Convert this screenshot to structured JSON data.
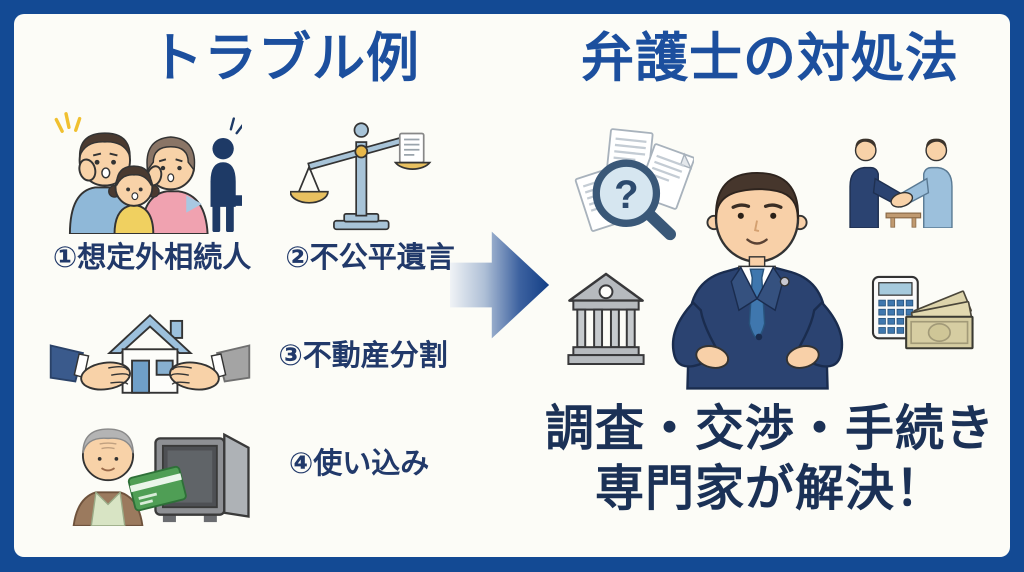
{
  "frame": {
    "background": "#134a94",
    "panel_background": "#fcfcf7"
  },
  "palette": {
    "title_blue": "#1c4f9e",
    "label_navy": "#21396a",
    "footer_navy": "#1b3156",
    "arrow_gradient_start": "#f0f3f6",
    "arrow_gradient_end": "#133f86"
  },
  "left": {
    "title": "トラブル例",
    "items": [
      {
        "label": "①想定外相続人",
        "icon": "surprised-family-to-stranger"
      },
      {
        "label": "②不公平遺言",
        "icon": "balance-scale-with-will"
      },
      {
        "label": "③不動産分割",
        "icon": "hands-pulling-house"
      },
      {
        "label": "④使い込み",
        "icon": "elderly-man-open-safe-card"
      }
    ]
  },
  "center": {
    "icon": "flow-arrow-right"
  },
  "right": {
    "title": "弁護士の対処法",
    "icons": [
      "documents-magnifier-question",
      "business-handshake",
      "lawyer-standing-akimbo",
      "bank-building",
      "calculator-and-money"
    ],
    "magnifier_question": "?",
    "footer": {
      "line1": "調査・交渉・手続き",
      "line2": "専門家が解決！"
    }
  }
}
